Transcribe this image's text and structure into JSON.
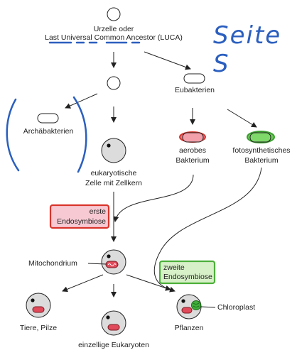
{
  "root": {
    "line1": "Urzelle oder",
    "line2": "Last Universal Common Ancestor (LUCA)"
  },
  "handwriting": "Seite S",
  "archaea": "Archäbakterien",
  "eubacteria": "Eubakterien",
  "eukaryote": {
    "line1": "eukaryotische",
    "line2": "Zelle mit Zellkern"
  },
  "aerobic": {
    "line1": "aerobes",
    "line2": "Bakterium"
  },
  "photosynthetic": {
    "line1": "fotosynthetisches",
    "line2": "Bakterium"
  },
  "endo1": {
    "line1": "erste",
    "line2": "Endosymbiose"
  },
  "endo2": {
    "line1": "zweite",
    "line2": "Endosymbiose"
  },
  "mitochondrium": "Mitochondrium",
  "chloroplast": "Chloroplast",
  "animals": "Tiere, Pilze",
  "unicellular": "einzellige Eukaryoten",
  "plants": "Pflanzen",
  "colors": {
    "ink": "#222222",
    "cell_fill": "#dcdcdc",
    "mito_fill": "#e04a5a",
    "endo1_border": "#d9342b",
    "endo1_fill": "#f7c9d3",
    "endo2_border": "#4caf3a",
    "endo2_fill": "#d7f0c8",
    "chloro_fill": "#3fae3a",
    "handwriting": "#2b5fbf"
  }
}
